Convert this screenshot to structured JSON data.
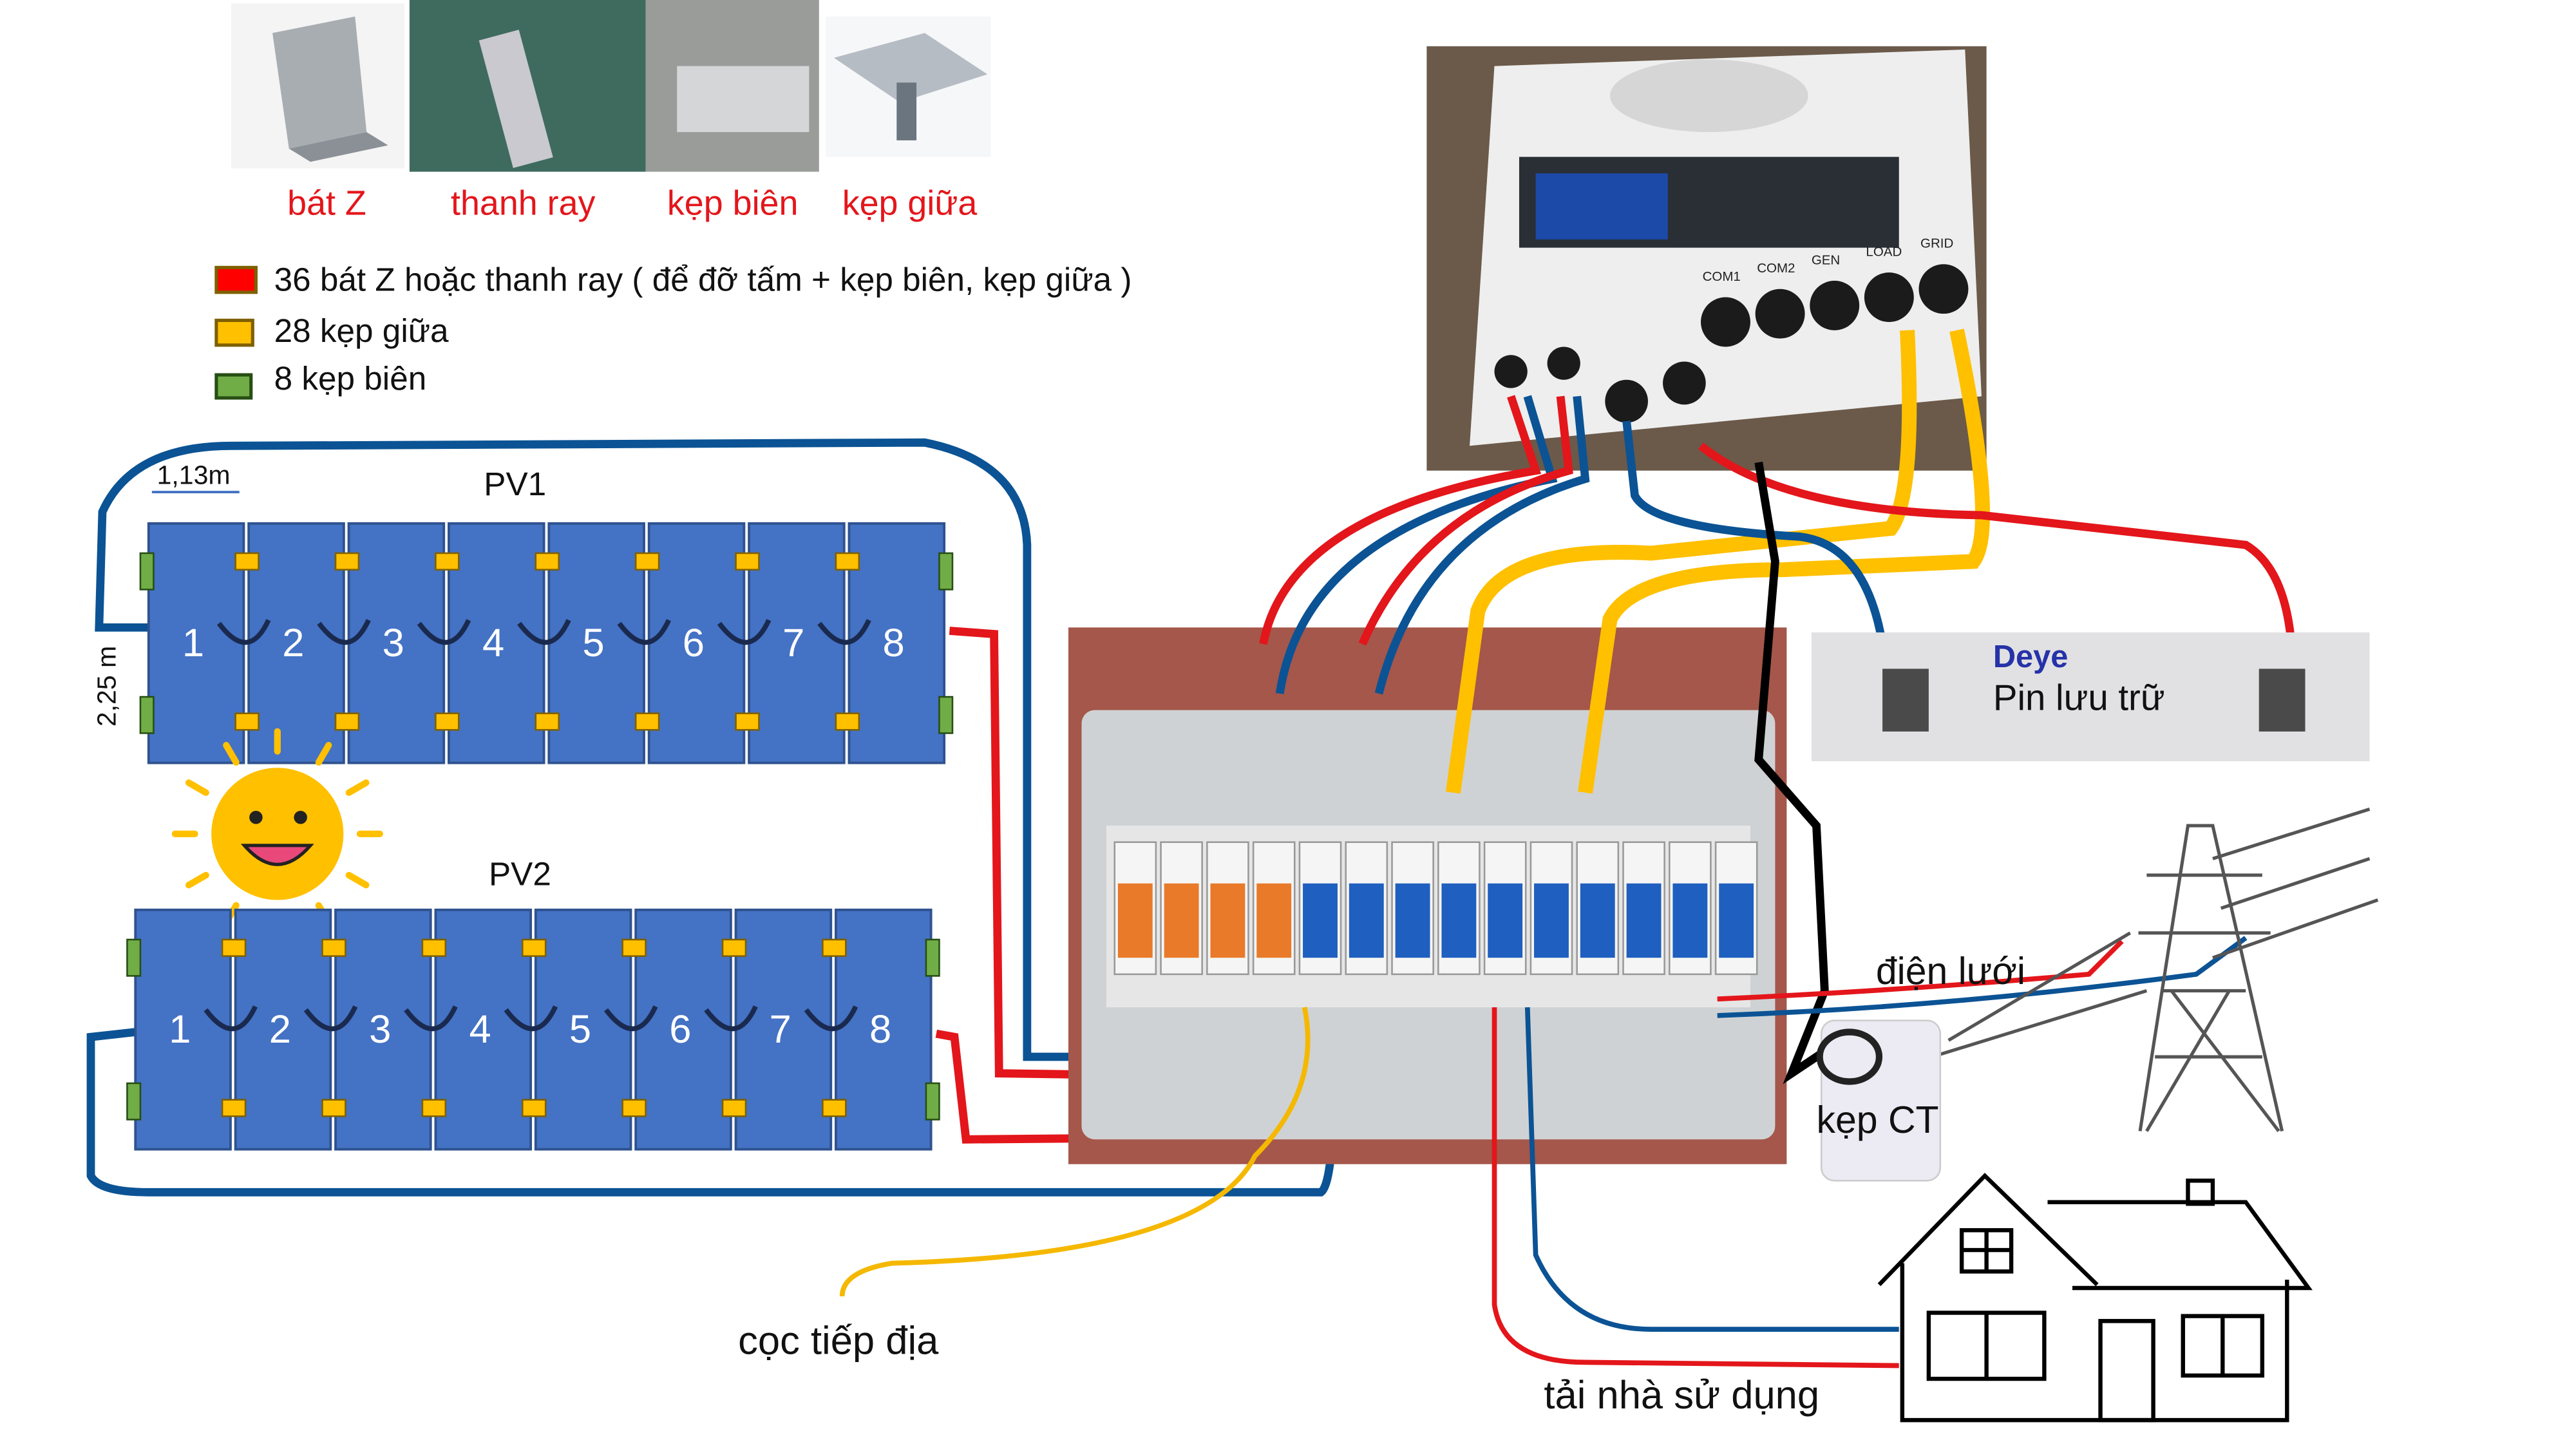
{
  "components": [
    {
      "label": "bát Z",
      "icon": "z-bracket-photo"
    },
    {
      "label": "thanh ray",
      "icon": "rail-photo"
    },
    {
      "label": "kẹp biên",
      "icon": "end-clamp-photo"
    },
    {
      "label": "kẹp giữa",
      "icon": "mid-clamp-photo"
    }
  ],
  "legend": [
    {
      "text": "36 bát Z hoặc thanh ray ( để đỡ tấm + kẹp biên, kẹp giữa )",
      "color": "#ff0000"
    },
    {
      "text": "28 kẹp giữa",
      "color": "#ffc000"
    },
    {
      "text": "8 kẹp biên",
      "color": "#70ad47"
    }
  ],
  "pv1": {
    "title": "PV1",
    "width_label": "1,13m",
    "height_label": "2,25 m",
    "panels": [
      "1",
      "2",
      "3",
      "4",
      "5",
      "6",
      "7",
      "8"
    ]
  },
  "pv2": {
    "title": "PV2",
    "panels": [
      "1",
      "2",
      "3",
      "4",
      "5",
      "6",
      "7",
      "8"
    ]
  },
  "inverter": {
    "ports": [
      "COM1",
      "COM2",
      "GEN",
      "LOAD",
      "GRID"
    ]
  },
  "battery": {
    "brand": "Deye",
    "label": "Pin lưu trữ"
  },
  "labels": {
    "grid": "điện lưới",
    "ct_clamp": "kẹp CT",
    "ground": "cọc tiếp địa",
    "load": "tải nhà sử dụng"
  },
  "colors": {
    "panel": "#4472c4",
    "dc_positive": "#e3161b",
    "dc_negative": "#0b5394",
    "ac": "#ffc000",
    "ground": "#f5b800",
    "ct": "#000000"
  }
}
